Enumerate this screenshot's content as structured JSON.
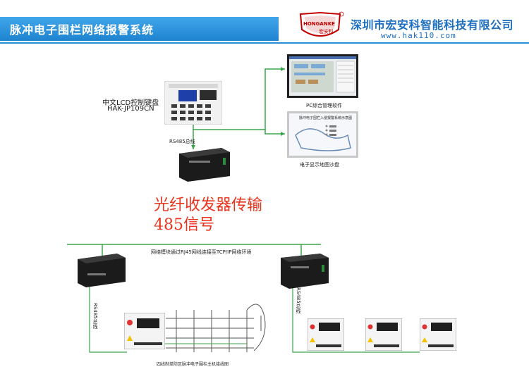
{
  "header": {
    "title": "脉冲电子围栏网络报警系统",
    "company_name": "深圳市宏安科智能科技有限公司",
    "website": "www.hak110.com",
    "logo_brand": "HONGANKE",
    "logo_cn": "宏安科"
  },
  "devices": {
    "keypad_label": "中文LCD控制键盘",
    "keypad_model": "HAK-JP109CN",
    "pc_software_label": "PC综合管理软件",
    "map_board_label": "电子显示地图沙盘",
    "map_board_title": "脉冲电子围栏入侵报警系统示意图",
    "rs485_bus_top": "RS485总线",
    "fiber_line1": "光纤收发器传输",
    "fiber_line2": "485信号",
    "network_label": "网络模块通过RJ45网线连接至TCP/IP网络环境",
    "rs485_bus_left": "RS485总线",
    "rs485_bus_right": "RS485总线",
    "host_wiring_caption": "四线制单防区脉冲电子围栏主机接线图"
  },
  "colors": {
    "title_band": "#2b8fd8",
    "company_text": "#1f6fc0",
    "accent_red": "#e8341c",
    "line_green": "#3aa54a",
    "device_black": "#1b1b1b"
  }
}
